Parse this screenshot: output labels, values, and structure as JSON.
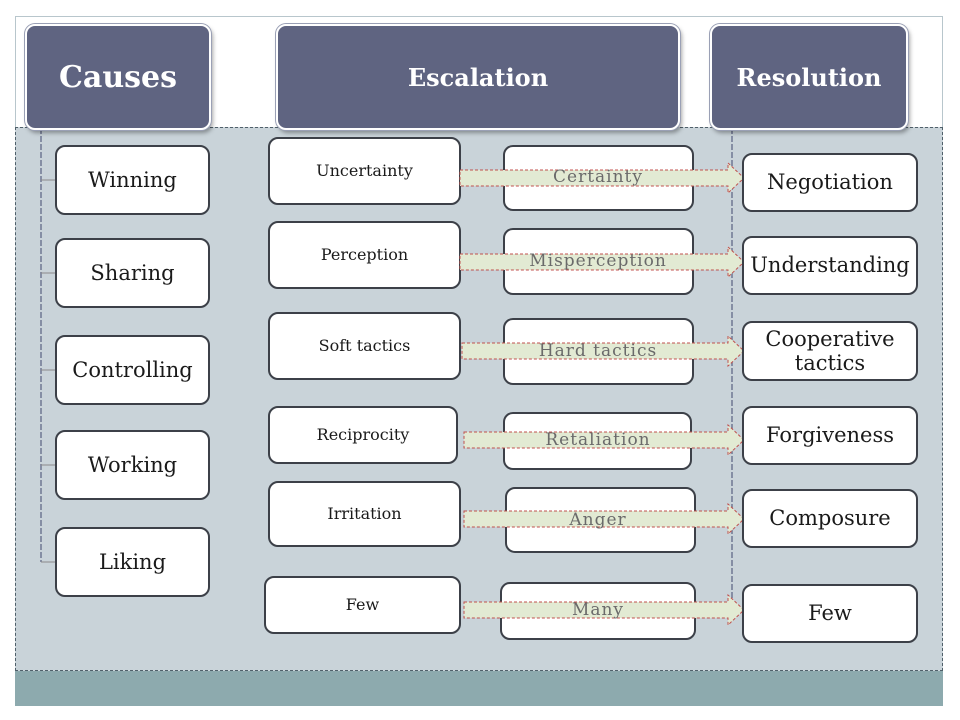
{
  "headers": {
    "causes": "Causes",
    "escalation": "Escalation",
    "resolution": "Resolution"
  },
  "causes": [
    "Winning",
    "Sharing",
    "Controlling",
    "Working",
    "Liking"
  ],
  "escalation_left": [
    "Uncertainty",
    "Perception",
    "Soft tactics",
    "Reciprocity",
    "Irritation",
    "Few"
  ],
  "escalation_right": [
    "Certainty",
    "Misperception",
    "Hard tactics",
    "Retaliation",
    "Anger",
    "Many"
  ],
  "resolution": [
    "Negotiation",
    "Understanding",
    "Cooperative tactics",
    "Forgiveness",
    "Composure",
    "Few"
  ],
  "colors": {
    "header_fill": "#5f6481",
    "panel_fill": "#c9d3d9",
    "footer_fill": "#8daaae",
    "arrow_fill": "#e2ead3",
    "arrow_stroke": "#c0504d"
  }
}
